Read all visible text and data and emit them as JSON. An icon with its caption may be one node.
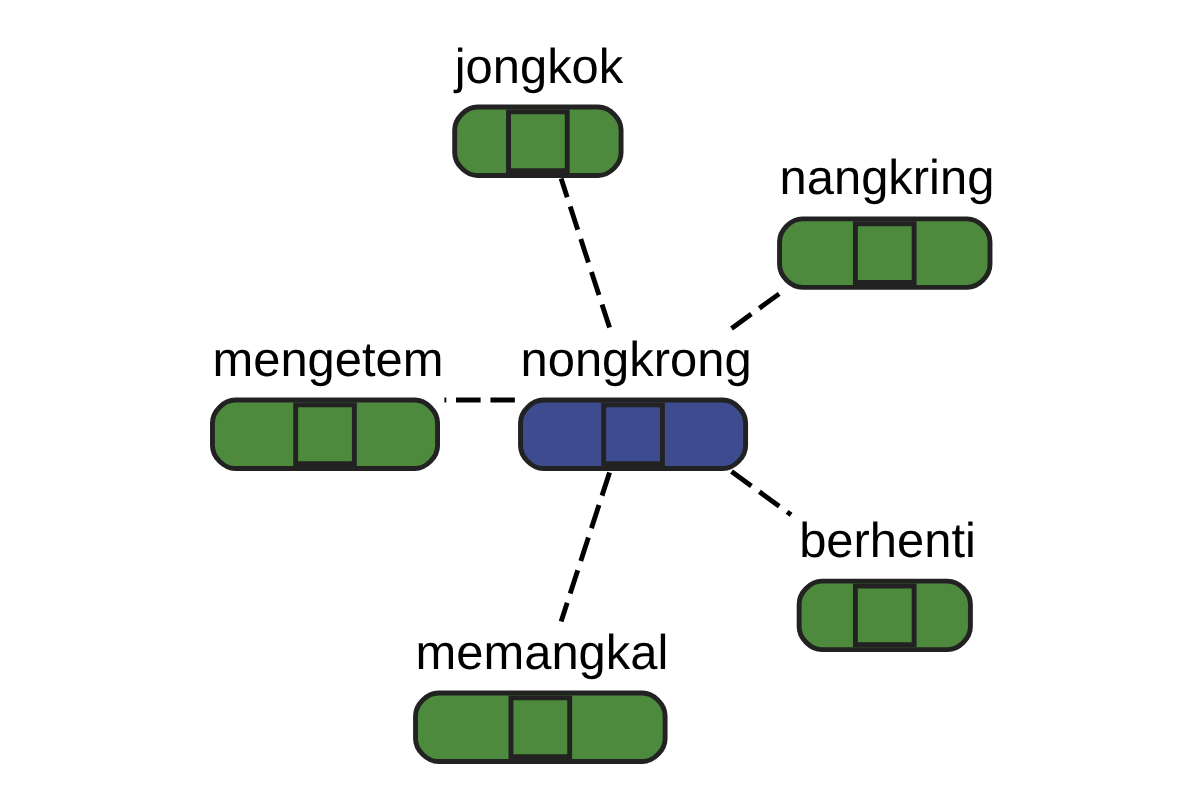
{
  "diagram": {
    "nodes": [
      {
        "text": [
          "nongkrong"
        ]
      },
      {
        "text": [
          "nangkring"
        ]
      },
      {
        "text": [
          "jongkok"
        ]
      },
      {
        "text": [
          "mengetem"
        ]
      },
      {
        "text": [
          "memangkal"
        ]
      },
      {
        "text": [
          "berhenti"
        ]
      }
    ],
    "edges": [
      {
        "from": 0,
        "to": 1,
        "arrow": "none",
        "style": "dashed"
      },
      {
        "from": 0,
        "to": 2,
        "arrow": "none",
        "style": "dashed"
      },
      {
        "from": 0,
        "to": 3,
        "arrow": "none",
        "style": "dashed"
      },
      {
        "from": 0,
        "to": 4,
        "arrow": "none",
        "style": "dashed"
      },
      {
        "from": 0,
        "to": 5,
        "arrow": "none",
        "style": "dashed"
      }
    ]
  }
}
